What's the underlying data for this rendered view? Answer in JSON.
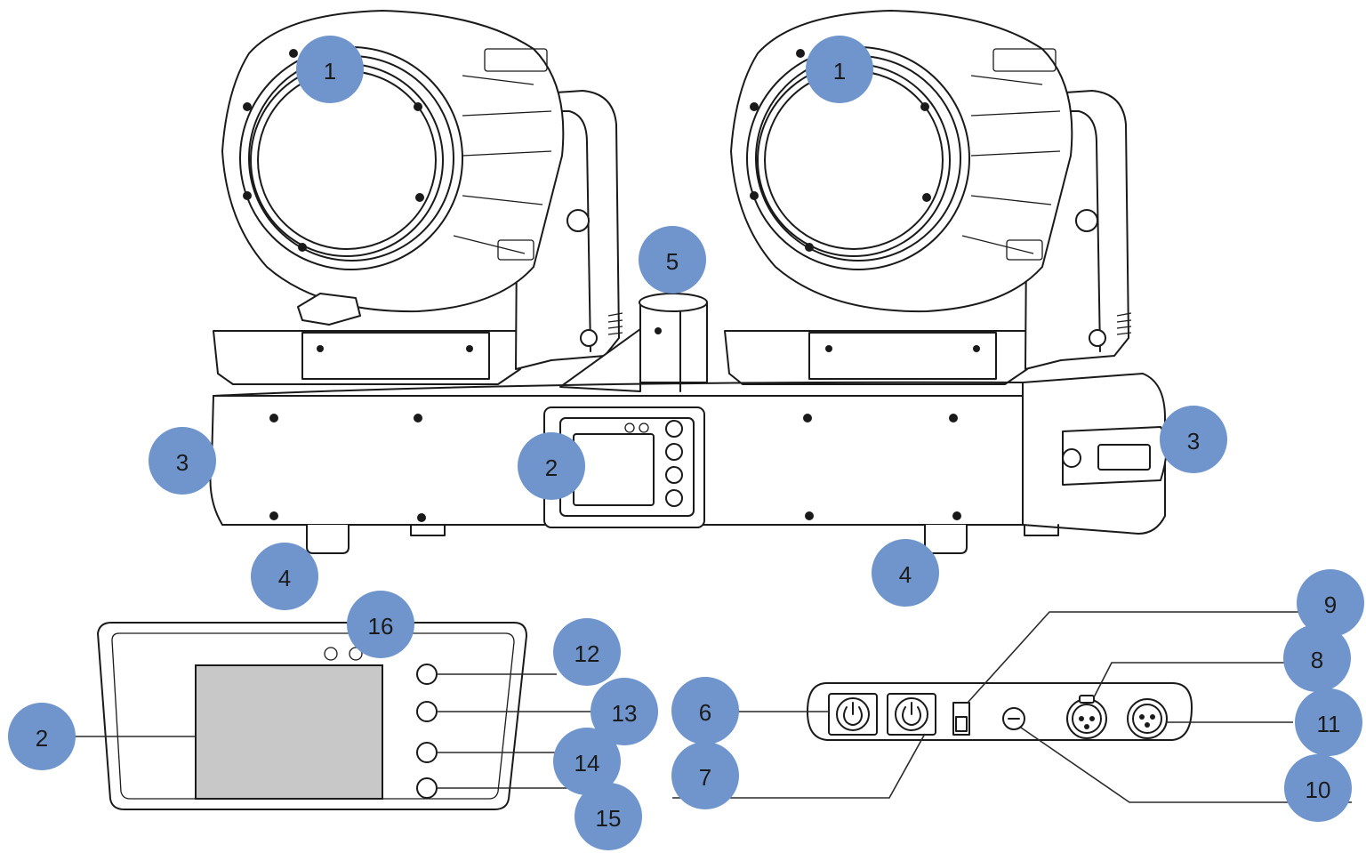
{
  "callouts": {
    "head_left_lens": "1",
    "head_right_lens": "1",
    "display_main": "2",
    "display_detail": "2",
    "handle_left": "3",
    "handle_right": "3",
    "foot_left": "4",
    "foot_right": "4",
    "mount_pole": "5",
    "power_in": "6",
    "power_out": "7",
    "dmx_in": "8",
    "power_switch": "9",
    "fuse": "10",
    "dmx_out": "11",
    "button_1": "12",
    "button_2": "13",
    "button_3": "14",
    "button_4": "15",
    "indicator_leds": "16"
  },
  "colors": {
    "callout_fill": "#6f95cc",
    "line": "#1a1a1a",
    "screen": "#c8c8c8"
  }
}
